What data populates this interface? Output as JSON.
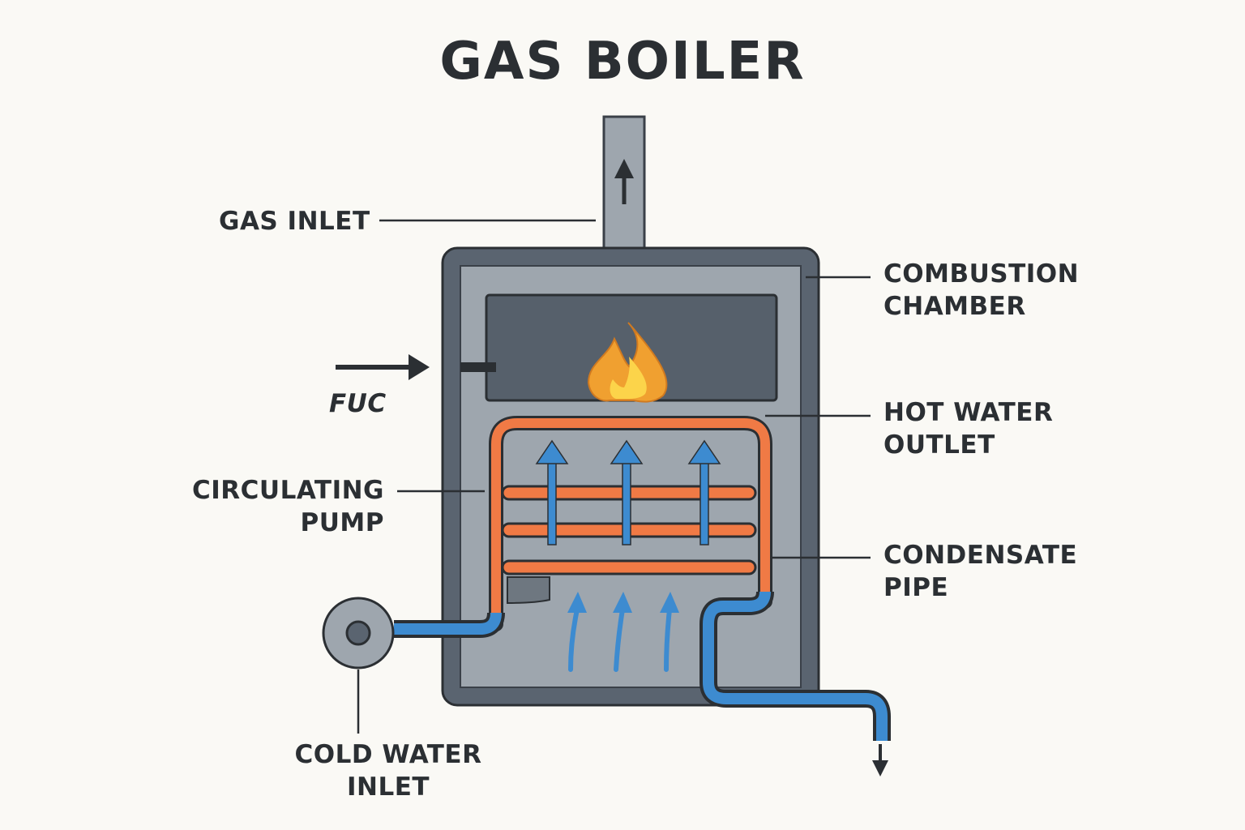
{
  "title": "GAS BOILER",
  "labels": {
    "gas_inlet": "GAS INLET",
    "fuc": "FUC",
    "circulating_pump": [
      "CIRCULATING",
      "PUMP"
    ],
    "cold_water_inlet": [
      "COLD WATER",
      "INLET"
    ],
    "combustion_chamber": [
      "COMBUSTION",
      "CHAMBER"
    ],
    "hot_water_outlet": [
      "HOT WATER",
      "OUTLET"
    ],
    "condensate_pipe": [
      "CONDENSATE",
      "PIPE"
    ]
  },
  "colors": {
    "background": "#faf9f5",
    "text": "#2b2f33",
    "casing": "#5a6470",
    "casing_inner": "#9ea6ae",
    "chamber": "#56606b",
    "hot_water": "#f07a45",
    "cold_water": "#3d8bd0",
    "flame_outer": "#f0a030",
    "flame_inner": "#fcd44a",
    "flue": "#9ea6ae"
  }
}
